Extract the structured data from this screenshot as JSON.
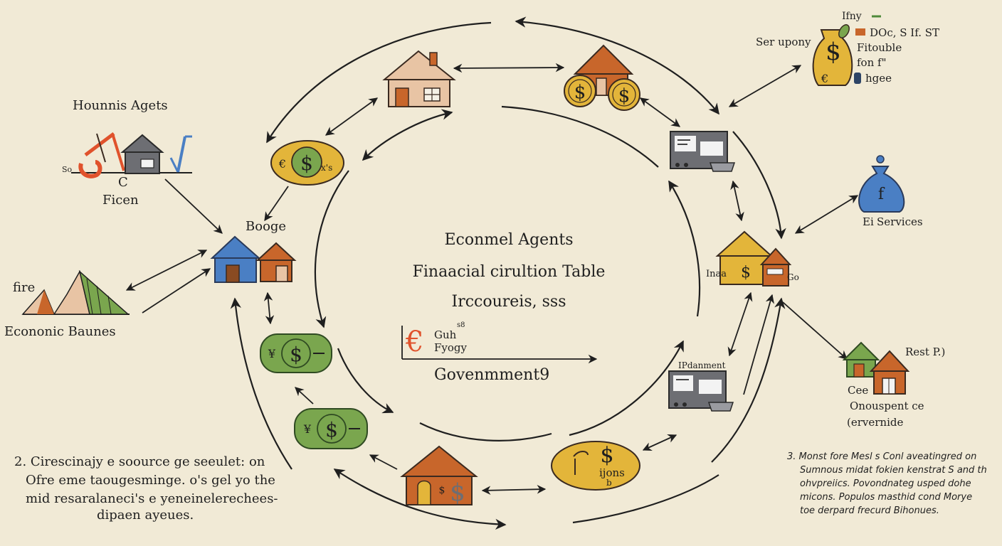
{
  "center": {
    "title1": "Econmel Agents",
    "title2": "Finaacial cirultion Table",
    "title3": "Irccoureis, sss",
    "legend_symbol": "€",
    "legend_line1": "Guh",
    "legend_sup": "s8",
    "legend_line2": "Fyogy",
    "government": "Govenmment9"
  },
  "left": {
    "households": "Hounnis Agets",
    "so_label": "So",
    "c_label": "C",
    "firm_label": "Ficen",
    "booge": "Booge",
    "fire": "fire",
    "economic_balance": "Econonic Baunes"
  },
  "right": {
    "tiny_top": "Ifny",
    "top_right_1": "DOc, S If. ST",
    "top_right_2": "Fitouble",
    "top_right_3": "fon   f\"",
    "top_right_4": "hgee",
    "ser_upony": "Ser upony",
    "services": "Services",
    "services_prefix": "Ei",
    "house_label": "Inaa",
    "house_right": "Go",
    "rest": "Rest P.)",
    "cee": "Cee",
    "onouspent": "Onouspent ce",
    "ervernide": "(ervernide",
    "ipdanment": "IPdanment"
  },
  "nodes": {
    "coin_left_text": "x's",
    "coin_bottom_text": "ijons",
    "coin_bottom_sub": "b"
  },
  "notes": {
    "left": [
      "2.  Cirescinajy e soource ge seeulet: on",
      "Ofre eme taougesminge. o's gel yo the",
      "mid resaralaneci's e yeneinelerechees-",
      "dipaen ayeues."
    ],
    "right": [
      "3. Monst fore Mesl s Conl aveatingred on",
      "Sumnous midat fokien kenstrat S and th",
      "ohvpreiics. Povondnateg usped dohe",
      "micons. Populos masthid cond Morye",
      "toe derpard frecurd Bihonues."
    ]
  },
  "colors": {
    "background": "#f1ead6",
    "gold": "#e3b53a",
    "green": "#7aa64e",
    "orange": "#c8662b",
    "blue": "#4a7fc4",
    "peach": "#e8c4a4",
    "gray": "#6d6e73",
    "red": "#e0522c"
  },
  "icons": [
    "house-icon",
    "coin-icon",
    "dollar-note-icon",
    "computer-terminal-icon",
    "money-bag-icon",
    "money-sack-icon",
    "mountain-chart-icon",
    "crane-tools-icon",
    "arrow-icon"
  ]
}
